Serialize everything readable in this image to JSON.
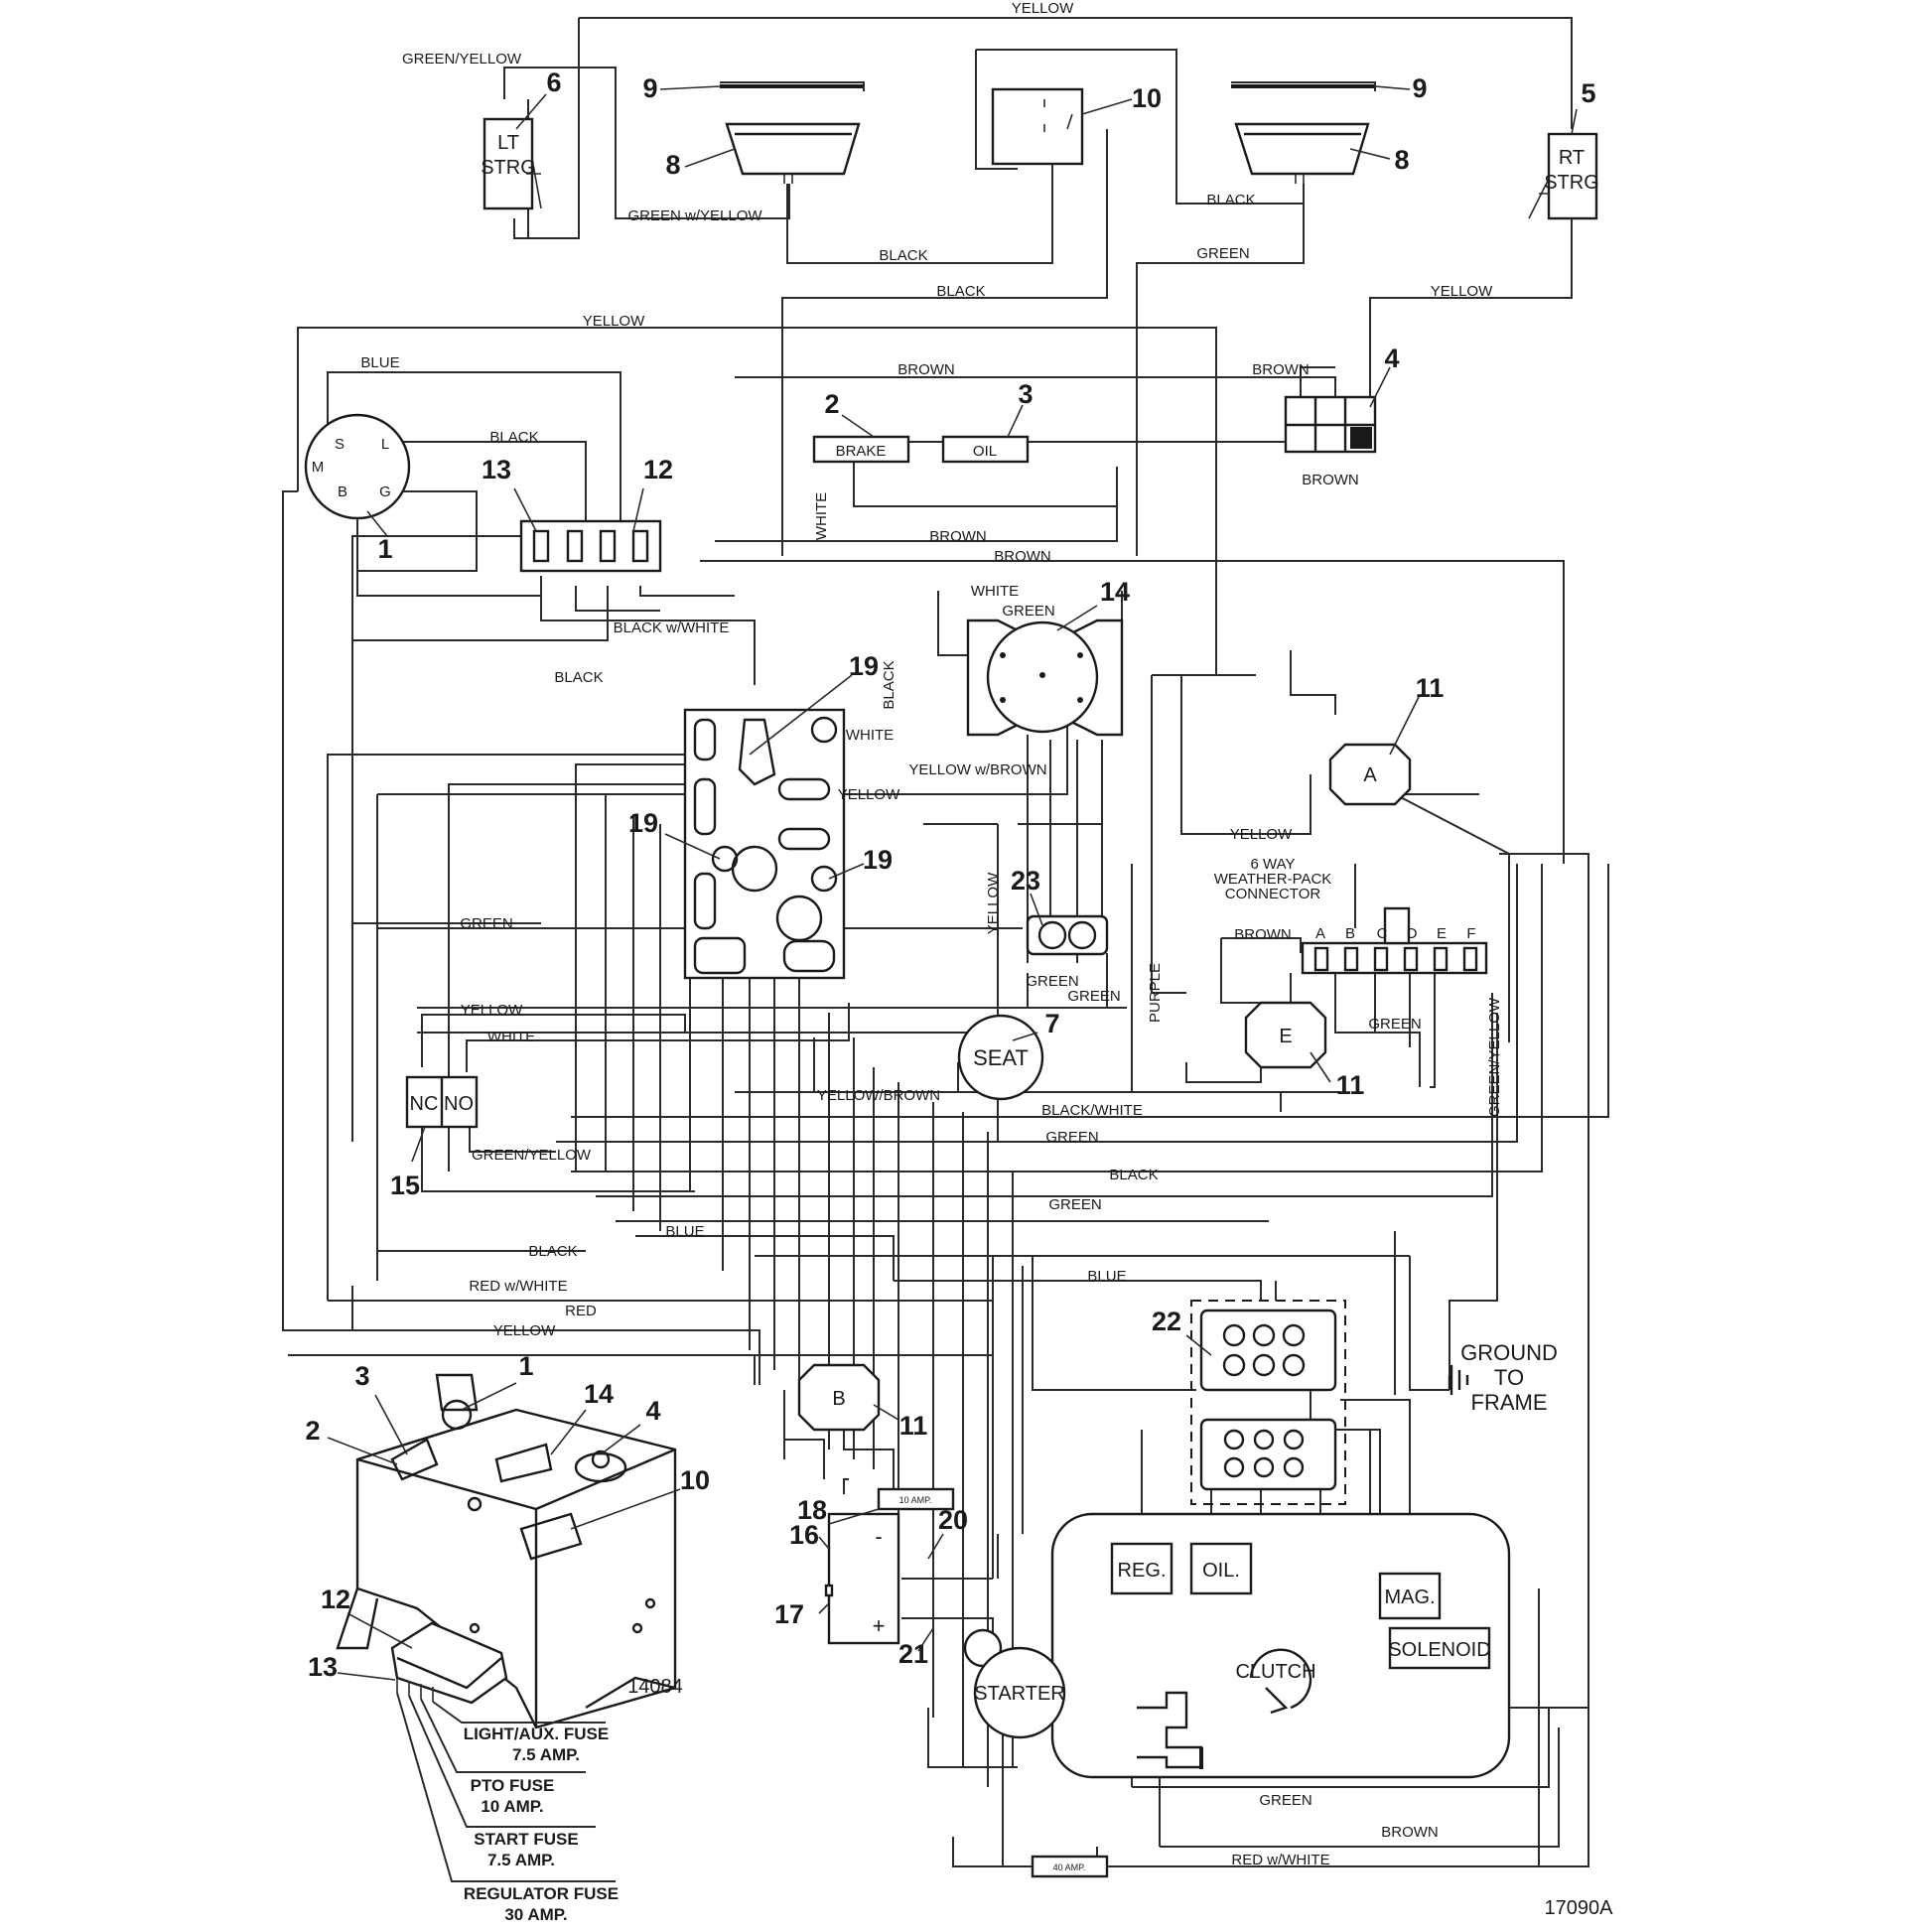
{
  "wire_labels": {
    "yellow": "YELLOW",
    "green_yellow": "GREEN/YELLOW",
    "green_w_yellow": "GREEN w/YELLOW",
    "black": "BLACK",
    "green": "GREEN",
    "blue": "BLUE",
    "brown": "BROWN",
    "white": "WHITE",
    "black_w_white": "BLACK w/WHITE",
    "yellow_w_brown": "YELLOW w/BROWN",
    "yellow_brown": "YELLOW/BROWN",
    "black_white": "BLACK/WHITE",
    "purple": "PURPLE",
    "red_w_white": "RED w/WHITE",
    "red": "RED"
  },
  "component_labels": {
    "lt_strg_1": "LT",
    "lt_strg_2": "STRG",
    "rt_strg_1": "RT",
    "rt_strg_2": "STRG",
    "brake": "BRAKE",
    "oil": "OIL",
    "seat": "SEAT",
    "nc": "NC",
    "no": "NO",
    "reg": "REG.",
    "oil_sender": "OIL.",
    "mag": "MAG.",
    "solenoid": "SOLENOID",
    "clutch": "CLUTCH",
    "starter": "STARTER",
    "connector_line1": "6 WAY",
    "connector_line2": "WEATHER-PACK",
    "connector_line3": "CONNECTOR",
    "ground_1": "GROUND",
    "ground_2": "TO",
    "ground_3": "FRAME",
    "fuse_small": "10 AMP.",
    "fuse_main": "40 AMP.",
    "conn_a": "A",
    "conn_b": "B",
    "conn_e": "E",
    "pins": [
      "A",
      "B",
      "C",
      "D",
      "E",
      "F"
    ],
    "key_s": "S",
    "key_l": "L",
    "key_m": "M",
    "key_b": "B",
    "key_g": "G",
    "minus": "-",
    "plus": "+"
  },
  "callouts": [
    "1",
    "2",
    "3",
    "4",
    "5",
    "6",
    "7",
    "8",
    "9",
    "10",
    "11",
    "12",
    "13",
    "14",
    "15",
    "16",
    "17",
    "18",
    "19",
    "20",
    "21",
    "22",
    "23"
  ],
  "fuse_legend": [
    {
      "name": "LIGHT/AUX. FUSE",
      "rating": "7.5 AMP."
    },
    {
      "name": "PTO FUSE",
      "rating": "10 AMP."
    },
    {
      "name": "START FUSE",
      "rating": "7.5 AMP."
    },
    {
      "name": "REGULATOR FUSE",
      "rating": "30 AMP."
    }
  ],
  "part_numbers": {
    "panel": "14084",
    "drawing": "17090A"
  }
}
